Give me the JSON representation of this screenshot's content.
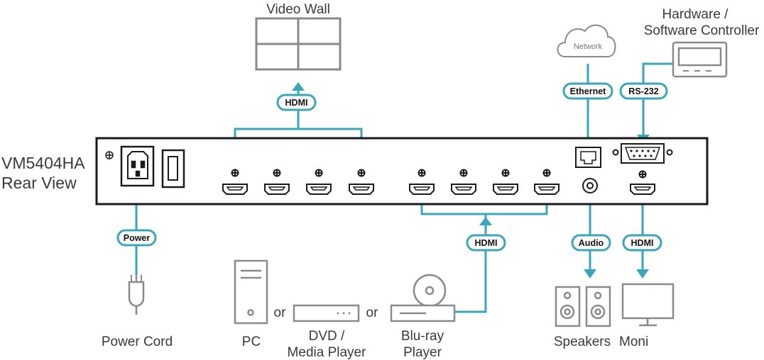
{
  "device": {
    "model": "VM5404HA",
    "view": "Rear View"
  },
  "labels": {
    "video_wall": "Video Wall",
    "controller_line1": "Hardware /",
    "controller_line2": "Software Controller",
    "power_cord": "Power Cord",
    "pc": "PC",
    "or_1": "or",
    "or_2": "or",
    "dvd_line1": "DVD /",
    "dvd_line2": "Media Player",
    "bluray_line1": "Blu-ray",
    "bluray_line2": "Player",
    "speakers": "Speakers",
    "monitor": "Moni",
    "network": "Network"
  },
  "connections": {
    "hdmi_out": "HDMI",
    "ethernet": "Ethernet",
    "rs232": "RS-232",
    "power": "Power",
    "hdmi_in": "HDMI",
    "audio": "Audio",
    "hdmi_monitor": "HDMI"
  },
  "colors": {
    "line": "#3aa6b9",
    "pill_fill": "#ffffff",
    "device_stroke": "#1a1a1a",
    "icon_stroke": "#8a8a8a",
    "text": "#3a3a3a"
  }
}
